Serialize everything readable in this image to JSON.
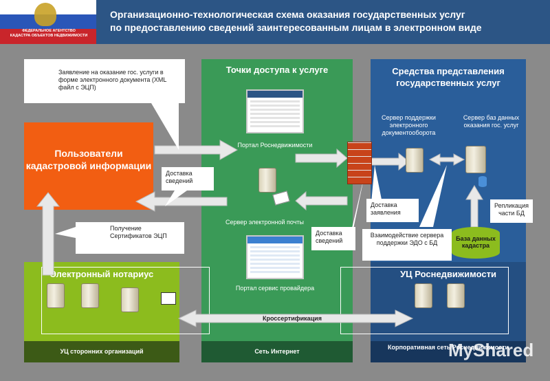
{
  "header": {
    "title_line1": "Организационно-технологическая схема оказания государственных услуг",
    "title_line2": "по предоставлению сведений заинтересованным лицам в электронном виде",
    "agency_line1": "ФЕДЕРАЛЬНОЕ АГЕНТСТВО",
    "agency_line2": "КАДАСТРА ОБЪЕКТОВ НЕДВИЖИМОСТИ"
  },
  "columns": {
    "access_points": "Точки доступа к услуге",
    "gov_services_line1": "Средства представления",
    "gov_services_line2": "государственных услуг"
  },
  "nodes": {
    "users": "Пользователи кадастровой информации",
    "notary": "Электронный нотариус",
    "uc_rosn": "УЦ Роснедвижимости",
    "portal": "Портал Роснедвижимости",
    "mail_server": "Сервер электронной почты",
    "provider_portal": "Портал сервис провайдера",
    "edo_server": "Сервер поддержки электронного документооборота",
    "db_server": "Сервер баз данных оказания гос. услуг",
    "database": "База данных кадастра"
  },
  "callouts": {
    "application": "Заявление на оказание гос. услуги в форме электронного документа (XML файл с ЭЦП)",
    "delivery1": "Доставка сведений",
    "certificates": "Получение Сертификатов ЭЦП",
    "delivery_app": "Доставка заявления",
    "delivery2": "Доставка сведений",
    "interaction": "Взаимодействие сервера поддержки ЭДО с БД",
    "replication": "Репликация части БД"
  },
  "links": {
    "cross_cert": "Кроссертификация"
  },
  "footer": {
    "uc_third": "УЦ сторонних организаций",
    "internet": "Сеть Интернет",
    "corp_net": "Корпоративная сеть Роснедвижимости"
  },
  "watermark": "MyShared",
  "colors": {
    "header": "#2c5585",
    "users": "#f25e12",
    "notary": "#8cbc1e",
    "internet_column": "#3a9a57",
    "gov_column": "#2a5e9a"
  }
}
